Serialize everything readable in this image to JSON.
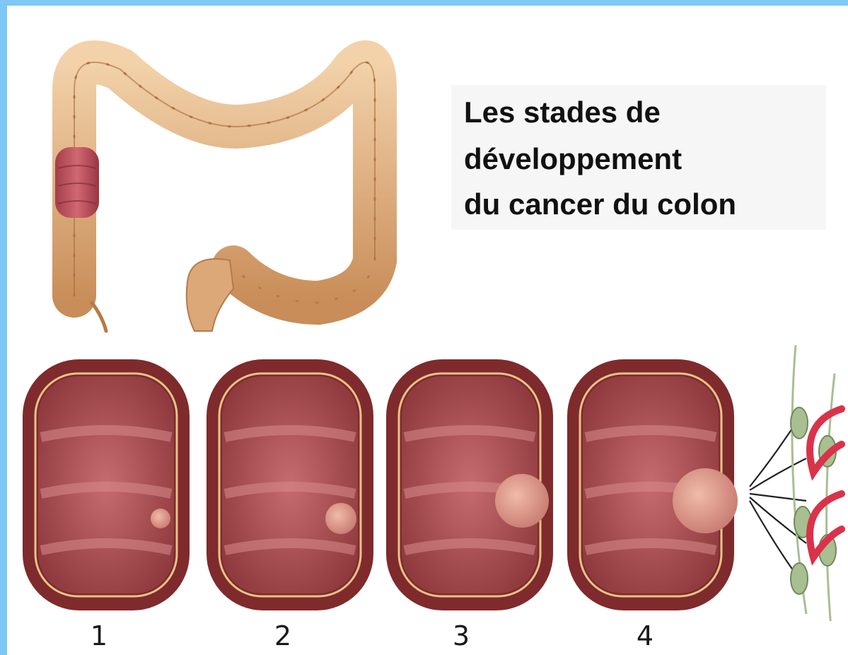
{
  "title": {
    "line1": "Les stades de",
    "line2": "développement",
    "line3": "du cancer du colon"
  },
  "stages": [
    {
      "number": "1"
    },
    {
      "number": "2"
    },
    {
      "number": "3"
    },
    {
      "number": "4"
    }
  ],
  "colors": {
    "frame_border": "#7ec8f5",
    "colon_outer": "#d9a876",
    "colon_segment": "#f0c79a",
    "tumor_highlight": "#b8505a",
    "section_wall": "#8a2d2d",
    "section_inner": "#b35a5f",
    "section_fold": "#d98a8c",
    "tumor_mass": "#e2a496",
    "lymph_node": "#a8bf92",
    "blood_vessel": "#d9334a"
  }
}
